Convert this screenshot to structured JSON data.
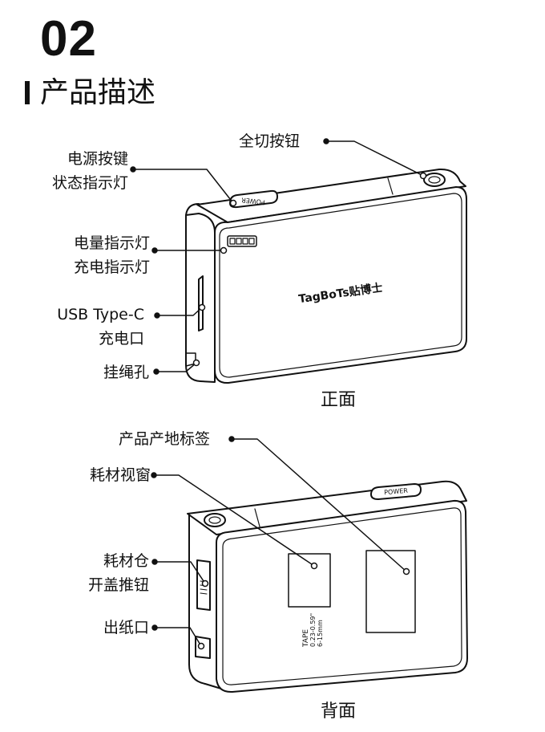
{
  "header": {
    "number": "02",
    "title": "产品描述"
  },
  "front": {
    "caption": "正面",
    "labels": {
      "power_key": [
        "电源按键",
        "状态指示灯"
      ],
      "full_cut": "全切按钮",
      "battery": [
        "电量指示灯",
        "充电指示灯"
      ],
      "usb": [
        "USB Type-C",
        "充电口"
      ],
      "lanyard": "挂绳孔"
    },
    "device": {
      "brand_text": "TagBoTs贴博士",
      "power_text": "POWER"
    }
  },
  "back": {
    "caption": "背面",
    "labels": {
      "origin": "产品产地标签",
      "window": "耗材视窗",
      "cover": [
        "耗材仓",
        "开盖推钮"
      ],
      "outlet": "出纸口"
    },
    "device": {
      "power_text": "POWER",
      "tape_lines": [
        "TAPE",
        "0.23-0.59\"",
        "6-15mm"
      ]
    }
  }
}
